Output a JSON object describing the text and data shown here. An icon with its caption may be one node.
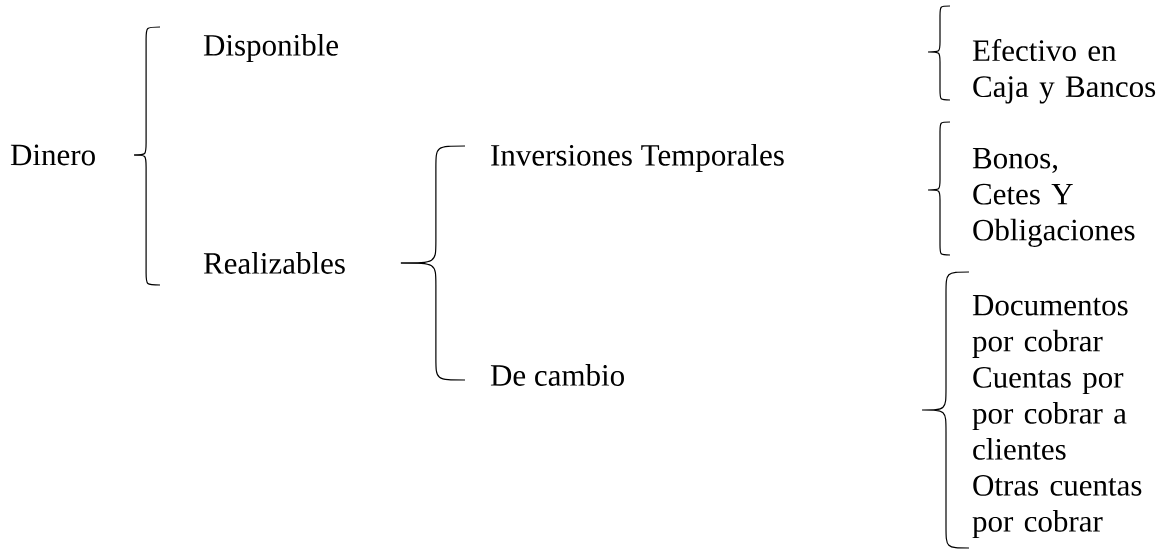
{
  "diagram": {
    "nodes": [
      {
        "text": [
          "Dinero"
        ]
      },
      {
        "text": [
          "Disponible"
        ]
      },
      {
        "text": [
          "Realizables"
        ]
      },
      {
        "text": [
          "Inversiones Temporales"
        ]
      },
      {
        "text": [
          "De cambio"
        ]
      }
    ],
    "edges": [
      {
        "from": 0,
        "to": 1,
        "arrow": "none"
      },
      {
        "from": 0,
        "to": 2,
        "arrow": "none"
      },
      {
        "from": 2,
        "to": 3,
        "arrow": "none"
      },
      {
        "from": 2,
        "to": 4,
        "arrow": "none"
      }
    ],
    "labels": [
      "Efectivo en Caja y Bancos",
      "Bonos, Cetes Y Obligaciones",
      "Documentos por cobrar",
      "Cuentas por por cobrar a clientes",
      "Otras cuentas por cobrar"
    ]
  }
}
